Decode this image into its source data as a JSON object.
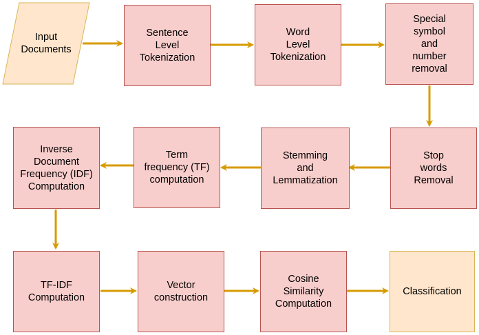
{
  "colors": {
    "process_fill": "#f8cecc",
    "process_stroke": "#b85450",
    "terminal_fill": "#ffe6cc",
    "terminal_stroke": "#d6b656",
    "arrow": "#d79b00"
  },
  "nodes": {
    "input": "Input\nDocuments",
    "sentence": "Sentence\nLevel\nTokenization",
    "word": "Word\nLevel\nTokenization",
    "special": "Special\nsymbol\nand\nnumber\nremoval",
    "stop": "Stop\nwords\nRemoval",
    "stemming": "Stemming\nand\nLemmatization",
    "tf": "Term\nfrequency (TF)\ncomputation",
    "idf": "Inverse\nDocument\nFrequency (IDF)\nComputation",
    "tfidf": "TF-IDF\nComputation",
    "vector": "Vector\nconstruction",
    "cosine": "Cosine\nSimilarity\nComputation",
    "classification": "Classification"
  }
}
